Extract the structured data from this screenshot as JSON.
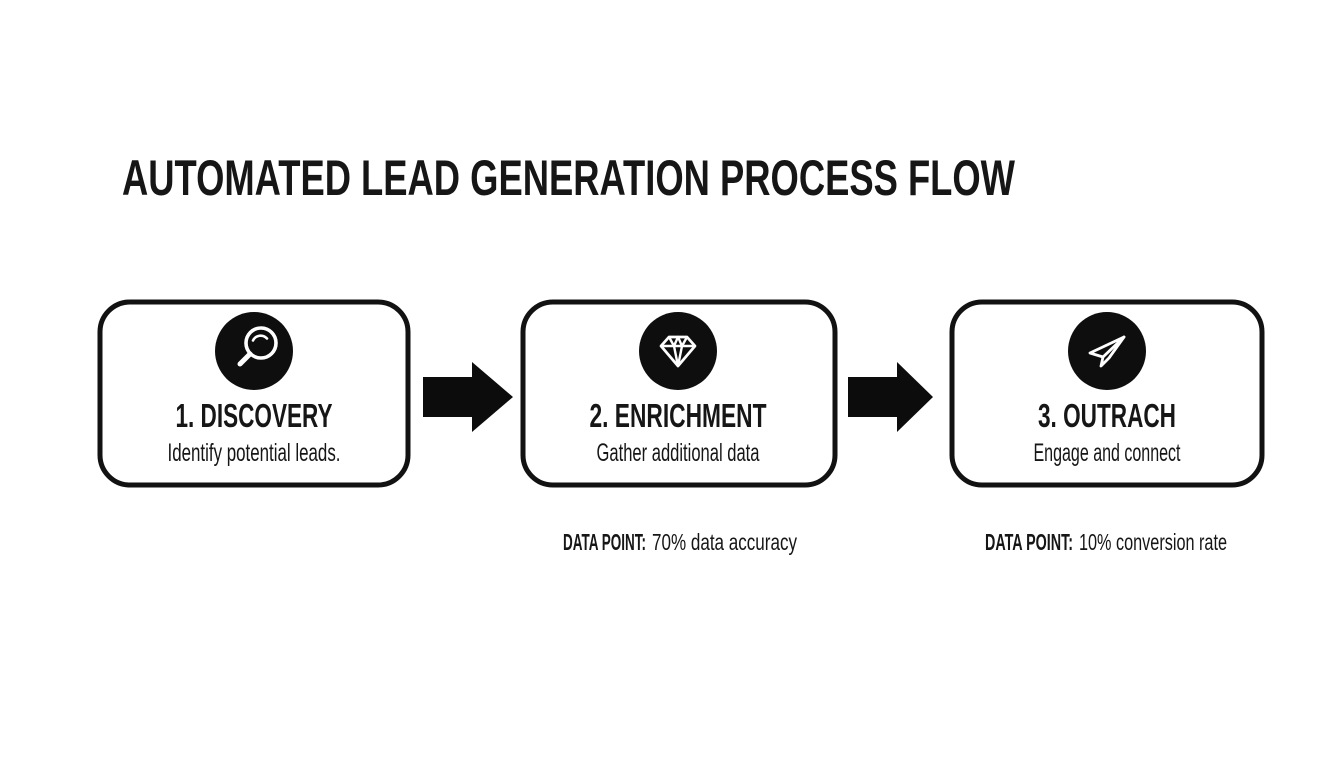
{
  "title": "AUTOMATED LEAD GENERATION PROCESS FLOW",
  "steps": [
    {
      "label": "1. DISCOVERY",
      "description": "Identify potential leads.",
      "icon": "magnifying-glass-icon"
    },
    {
      "label": "2. ENRICHMENT",
      "description": "Gather additional data",
      "icon": "diamond-icon"
    },
    {
      "label": "3. OUTRACH",
      "description": "Engage and connect",
      "icon": "paper-plane-icon"
    }
  ],
  "data_points": [
    {
      "label": "DATA POINT:",
      "value": "70% data accuracy"
    },
    {
      "label": "DATA POINT:",
      "value": "10% conversion rate"
    }
  ],
  "colors": {
    "ink": "#161616",
    "shape": "#0e0e0e",
    "background": "#ffffff"
  }
}
